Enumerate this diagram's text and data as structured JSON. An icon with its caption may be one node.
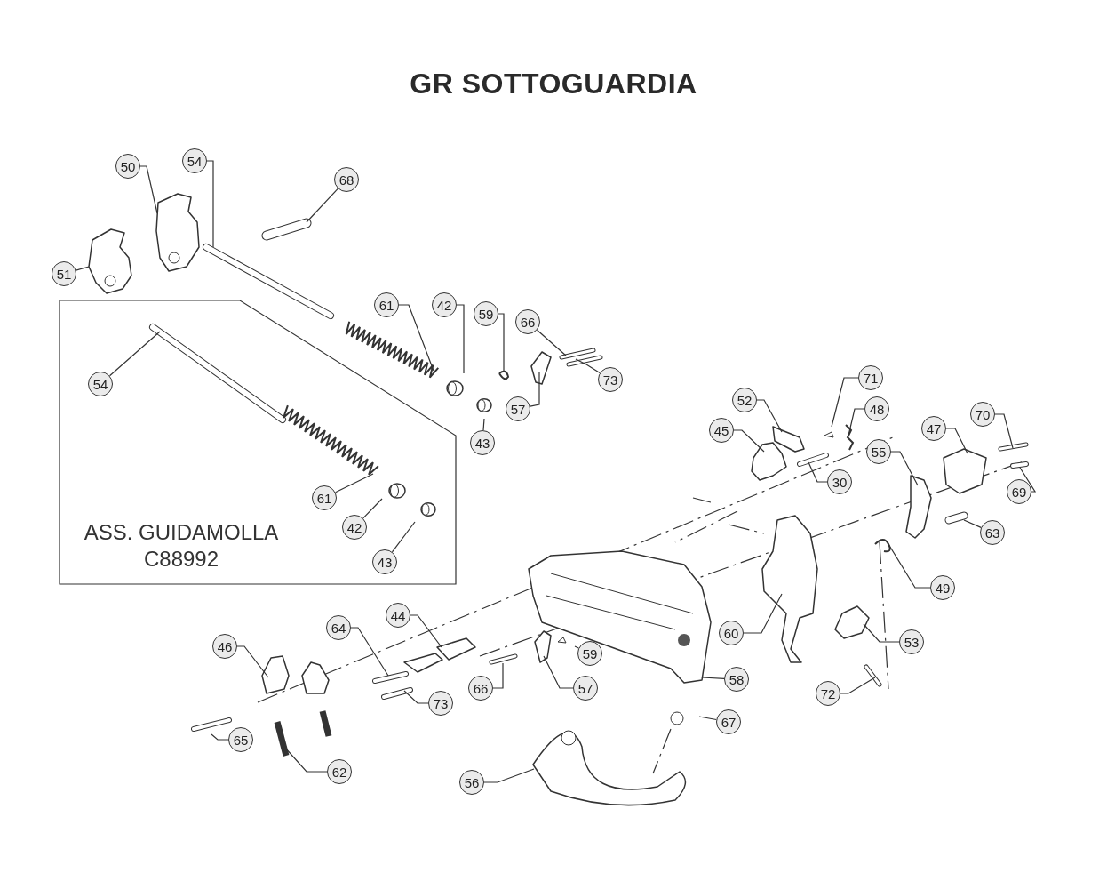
{
  "diagram": {
    "title": "GR SOTTOGUARDIA",
    "nodes": [
      {
        "text": [
          "ASS. GUIDAMOLLA C88992"
        ]
      },
      {
        "text": [
          "54"
        ],
        "in": 0
      },
      {
        "text": [
          "61"
        ],
        "in": 0
      },
      {
        "text": [
          "42"
        ],
        "in": 0
      },
      {
        "text": [
          "43"
        ],
        "in": 0
      },
      {
        "text": [
          "50"
        ]
      },
      {
        "text": [
          "54"
        ]
      },
      {
        "text": [
          "68"
        ]
      },
      {
        "text": [
          "51"
        ]
      },
      {
        "text": [
          "61"
        ]
      },
      {
        "text": [
          "42"
        ]
      },
      {
        "text": [
          "59"
        ]
      },
      {
        "text": [
          "66"
        ]
      },
      {
        "text": [
          "73"
        ]
      },
      {
        "text": [
          "57"
        ]
      },
      {
        "text": [
          "43"
        ]
      },
      {
        "text": [
          "71"
        ]
      },
      {
        "text": [
          "52"
        ]
      },
      {
        "text": [
          "48"
        ]
      },
      {
        "text": [
          "45"
        ]
      },
      {
        "text": [
          "47"
        ]
      },
      {
        "text": [
          "70"
        ]
      },
      {
        "text": [
          "55"
        ]
      },
      {
        "text": [
          "30"
        ]
      },
      {
        "text": [
          "69"
        ]
      },
      {
        "text": [
          "63"
        ]
      },
      {
        "text": [
          "49"
        ]
      },
      {
        "text": [
          "60"
        ]
      },
      {
        "text": [
          "53"
        ]
      },
      {
        "text": [
          "58"
        ]
      },
      {
        "text": [
          "72"
        ]
      },
      {
        "text": [
          "46"
        ]
      },
      {
        "text": [
          "64"
        ]
      },
      {
        "text": [
          "44"
        ]
      },
      {
        "text": [
          "59"
        ]
      },
      {
        "text": [
          "57"
        ]
      },
      {
        "text": [
          "66"
        ]
      },
      {
        "text": [
          "73"
        ]
      },
      {
        "text": [
          "65"
        ]
      },
      {
        "text": [
          "62"
        ]
      },
      {
        "text": [
          "56"
        ]
      },
      {
        "text": [
          "67"
        ]
      }
    ],
    "edges": [
      {
        "from": 1,
        "to": null,
        "arrow": "none"
      },
      {
        "from": 2,
        "to": null,
        "arrow": "none"
      },
      {
        "from": 3,
        "to": null,
        "arrow": "none"
      },
      {
        "from": 4,
        "to": null,
        "arrow": "none"
      },
      {
        "from": 5,
        "to": null,
        "arrow": "none"
      },
      {
        "from": 6,
        "to": null,
        "arrow": "none"
      },
      {
        "from": 7,
        "to": null,
        "arrow": "none"
      },
      {
        "from": 8,
        "to": null,
        "arrow": "none"
      },
      {
        "from": 9,
        "to": null,
        "arrow": "none"
      },
      {
        "from": 10,
        "to": null,
        "arrow": "none"
      },
      {
        "from": 11,
        "to": null,
        "arrow": "none"
      },
      {
        "from": 12,
        "to": null,
        "arrow": "none"
      },
      {
        "from": 13,
        "to": null,
        "arrow": "none"
      },
      {
        "from": 14,
        "to": null,
        "arrow": "none"
      },
      {
        "from": 15,
        "to": null,
        "arrow": "none"
      },
      {
        "from": 16,
        "to": null,
        "arrow": "none"
      },
      {
        "from": 17,
        "to": null,
        "arrow": "none"
      },
      {
        "from": 18,
        "to": null,
        "arrow": "none"
      },
      {
        "from": 19,
        "to": null,
        "arrow": "none"
      },
      {
        "from": 20,
        "to": null,
        "arrow": "none"
      },
      {
        "from": 21,
        "to": null,
        "arrow": "none"
      },
      {
        "from": 22,
        "to": null,
        "arrow": "none"
      },
      {
        "from": 23,
        "to": null,
        "arrow": "none"
      },
      {
        "from": 24,
        "to": null,
        "arrow": "none"
      },
      {
        "from": 25,
        "to": null,
        "arrow": "none"
      },
      {
        "from": 26,
        "to": null,
        "arrow": "none"
      },
      {
        "from": 27,
        "to": null,
        "arrow": "none"
      },
      {
        "from": 28,
        "to": null,
        "arrow": "none"
      },
      {
        "from": 29,
        "to": null,
        "arrow": "none"
      },
      {
        "from": 30,
        "to": null,
        "arrow": "none"
      },
      {
        "from": 31,
        "to": null,
        "arrow": "none"
      },
      {
        "from": 32,
        "to": null,
        "arrow": "none"
      },
      {
        "from": 33,
        "to": null,
        "arrow": "none"
      },
      {
        "from": 34,
        "to": null,
        "arrow": "none"
      },
      {
        "from": 35,
        "to": null,
        "arrow": "none"
      },
      {
        "from": 36,
        "to": null,
        "arrow": "none"
      },
      {
        "from": 37,
        "to": null,
        "arrow": "none"
      },
      {
        "from": 38,
        "to": null,
        "arrow": "none"
      },
      {
        "from": 39,
        "to": null,
        "arrow": "none"
      },
      {
        "from": 40,
        "to": null,
        "arrow": "none"
      },
      {
        "from": 41,
        "to": null,
        "arrow": "none"
      }
    ]
  }
}
